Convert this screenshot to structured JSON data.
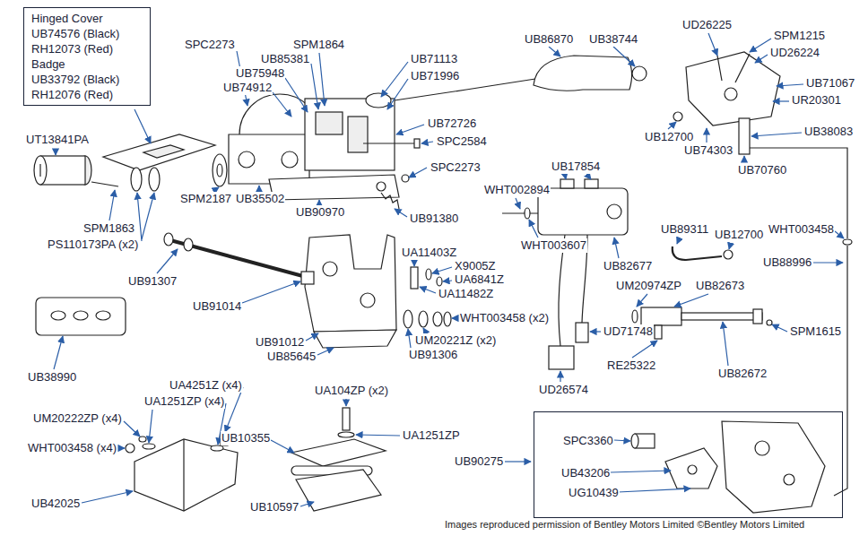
{
  "diagram": {
    "caption": "Images reproduced permission of Bentley Motors Limited ©Bentley Motors Limited",
    "nodes": [
      {
        "text": [
          "Hinged Cover",
          "UB74576 (Black)",
          "RH12073 (Red)",
          "Badge",
          "UB33792 (Black)",
          "RH12076 (Red)"
        ]
      },
      {
        "text": [
          "SPC3360",
          "UB43206",
          "UG10439"
        ]
      }
    ],
    "labels": [
      "SPC2273",
      "SPM1864",
      "UB85381",
      "UB71113",
      "UB75948",
      "UB71996",
      "UB74912",
      "UB72726",
      "SPC2584",
      "UT13841PA",
      "SPC2273",
      "SPM2187",
      "UB35502",
      "UB90970",
      "UB91380",
      "SPM1863",
      "PS110173PA (x2)",
      "UB86870",
      "UB38744",
      "UD26225",
      "SPM1215",
      "UD26224",
      "UB71067",
      "UR20301",
      "UB38083",
      "UB12700",
      "UB74303",
      "UB70760",
      "UB17854",
      "WHT002894",
      "WHT003458",
      "UB89311",
      "UB12700",
      "UB88996",
      "WHT003607",
      "UA11403Z",
      "X9005Z",
      "UB82677",
      "UA6841Z",
      "UB91307",
      "UM20974ZP",
      "UB82673",
      "UA11482Z",
      "UB91014",
      "WHT003458 (x2)",
      "UD71748",
      "SPM1615",
      "UM20221Z (x2)",
      "UB91012",
      "UB91306",
      "UB85645",
      "RE25322",
      "UB82672",
      "UB38990",
      "UA4251Z (x4)",
      "UD26574",
      "UA104ZP (x2)",
      "UA1251ZP (x4)",
      "UM20222ZP (x4)",
      "UA1251ZP",
      "UB10355",
      "WHT003458 (x4)",
      "UB90275",
      "UB42025",
      "UB10597"
    ]
  }
}
